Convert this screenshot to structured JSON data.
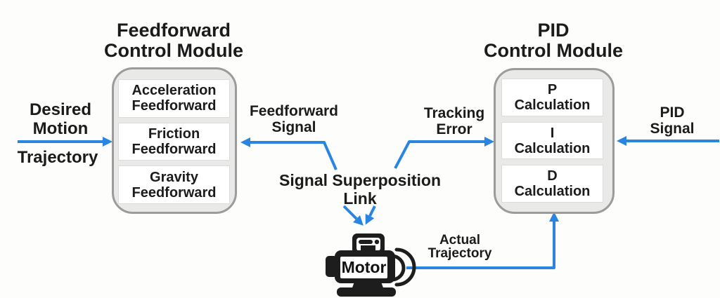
{
  "colors": {
    "background": "#fdfdfb",
    "arrow_blue": "#2a85e0",
    "module_fill": "#e9e9e8",
    "module_border": "#9b9b9b",
    "inner_box_fill": "#ffffff",
    "inner_box_border": "#dcdcdc",
    "text": "#1b1b1b",
    "motor_black": "#1d1d1d"
  },
  "feedforward_module": {
    "title": "Feedforward\nControl Module",
    "boxes": [
      "Acceleration\nFeedforward",
      "Friction\nFeedforward",
      "Gravity\nFeedforward"
    ]
  },
  "pid_module": {
    "title": "PID\nControl Module",
    "boxes": [
      "P\nCalculation",
      "I\nCalculation",
      "D\nCalculation"
    ]
  },
  "labels": {
    "desired_motion": "Desired\nMotion",
    "trajectory": "Trajectory",
    "feedforward_signal": "Feedforward\nSignal",
    "tracking_error": "Tracking\nError",
    "pid_signal": "PID\nSignal",
    "signal_superposition_link": "Signal Superposition\nLink",
    "actual_trajectory": "Actual\nTrajectory",
    "motor": "Motor"
  }
}
